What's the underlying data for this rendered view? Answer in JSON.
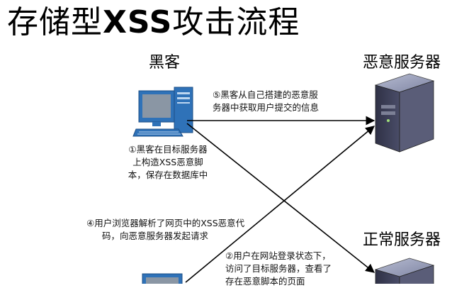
{
  "title": {
    "prefix": "存储型",
    "highlight": "XSS",
    "suffix": "攻击流程"
  },
  "nodes": {
    "hacker": "黑客",
    "malicious_server": "恶意服务器",
    "normal_server": "正常服务器"
  },
  "steps": {
    "step1": [
      "①黑客在目标服务器",
      "上构造XSS恶意脚",
      "本，保存在数据库中"
    ],
    "step2": [
      "②用户在网站登录状态下，",
      "访问了目标服务器，查看了",
      "存在恶意脚本的页面"
    ],
    "step4": [
      "④用户浏览器解析了网页中的XSS恶意代",
      "码，向恶意服务器发起请求"
    ],
    "step5": [
      "⑤黑客从自己搭建的恶意服",
      "务器中获取用户提交的信息"
    ]
  },
  "colors": {
    "monitor": "#2f72b8",
    "screen": "#8a96a4",
    "server_front": "#3b3d53",
    "server_top": "#9aa0b8",
    "server_side": "#5a5d78"
  }
}
